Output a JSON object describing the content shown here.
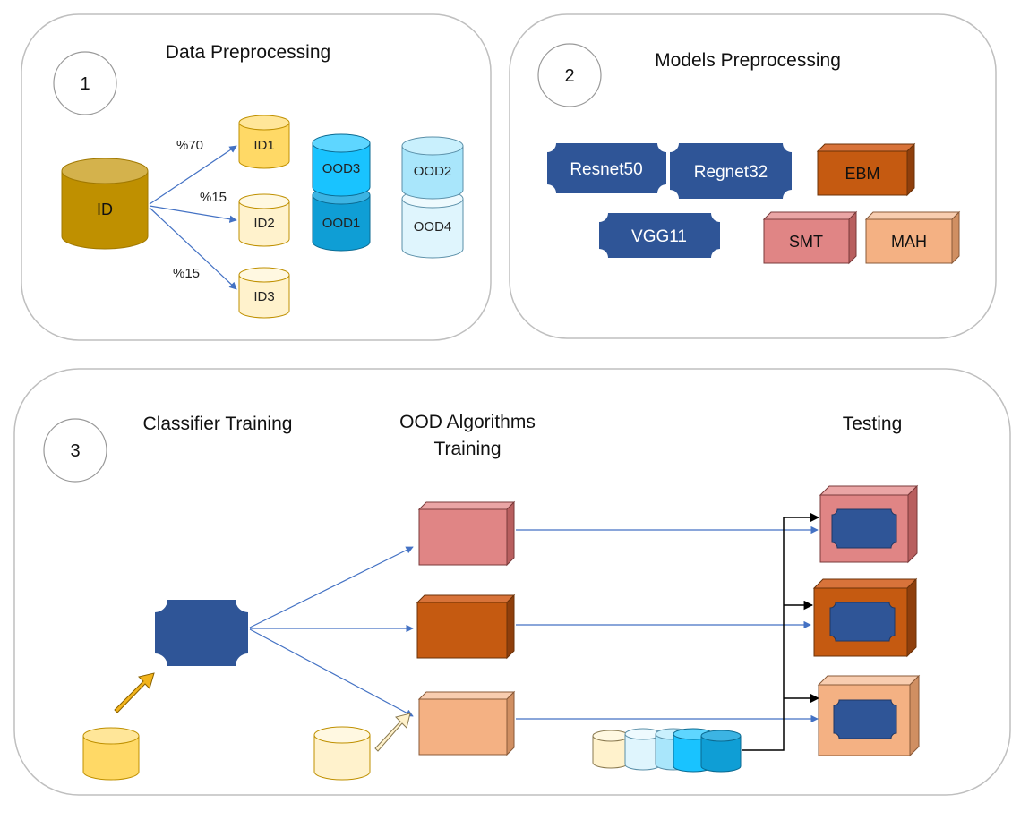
{
  "panel1": {
    "number": "1",
    "title": "Data Preprocessing",
    "id_label": "ID",
    "splits": [
      {
        "pct": "%70",
        "label": "ID1"
      },
      {
        "pct": "%15",
        "label": "ID2"
      },
      {
        "pct": "%15",
        "label": "ID3"
      }
    ],
    "ood": [
      "OOD3",
      "OOD1",
      "OOD2",
      "OOD4"
    ]
  },
  "panel2": {
    "number": "2",
    "title": "Models Preprocessing",
    "models": [
      "Resnet50",
      "Regnet32",
      "VGG11"
    ],
    "algorithms": [
      "EBM",
      "SMT",
      "MAH"
    ]
  },
  "panel3": {
    "number": "3",
    "classifier_title": "Classifier Training",
    "ood_title_line1": "OOD Algorithms",
    "ood_title_line2": "Training",
    "testing_title": "Testing"
  },
  "colors": {
    "id": "#bf9000",
    "id1": "#ffd966",
    "id_light": "#fff2cc",
    "ood_cyan": "#19c3ff",
    "ood_blue": "#0f9ed5",
    "ood_light": "#c9eefc",
    "model_blue": "#2f5597",
    "smt": "#e08585",
    "ebm": "#c55a11",
    "mah": "#f4b183",
    "arrow": "#4472c4"
  }
}
